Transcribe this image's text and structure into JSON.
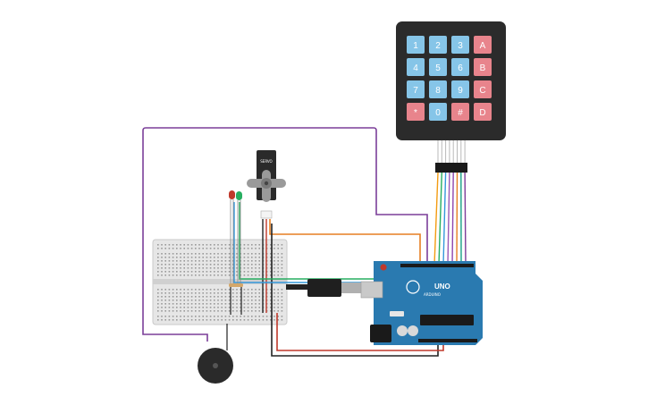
{
  "circuit": {
    "keypad": {
      "rows": [
        [
          {
            "label": "1",
            "color": "#86c5e8"
          },
          {
            "label": "2",
            "color": "#86c5e8"
          },
          {
            "label": "3",
            "color": "#86c5e8"
          },
          {
            "label": "A",
            "color": "#e8848c"
          }
        ],
        [
          {
            "label": "4",
            "color": "#86c5e8"
          },
          {
            "label": "5",
            "color": "#86c5e8"
          },
          {
            "label": "6",
            "color": "#86c5e8"
          },
          {
            "label": "B",
            "color": "#e8848c"
          }
        ],
        [
          {
            "label": "7",
            "color": "#86c5e8"
          },
          {
            "label": "8",
            "color": "#86c5e8"
          },
          {
            "label": "9",
            "color": "#86c5e8"
          },
          {
            "label": "C",
            "color": "#e8848c"
          }
        ],
        [
          {
            "label": "*",
            "color": "#e8848c"
          },
          {
            "label": "0",
            "color": "#86c5e8"
          },
          {
            "label": "#",
            "color": "#e8848c"
          },
          {
            "label": "D",
            "color": "#e8848c"
          }
        ]
      ]
    },
    "arduino": {
      "model_label": "UNO",
      "brand_label": "ARDUINO",
      "board_color": "#2a7ab0"
    },
    "servo": {
      "label": "SERVO"
    },
    "leds": [
      {
        "name": "red-led",
        "color": "#c0392b"
      },
      {
        "name": "green-led",
        "color": "#27ae60"
      }
    ],
    "wire_colors": {
      "keypad": [
        "#f39c12",
        "#27ae60",
        "#3498db",
        "#9b59b6",
        "#8e44ad",
        "#e67e22",
        "#16a085",
        "#7d3c98"
      ],
      "buzzer": "#7b3f99",
      "signal": "#e67e22",
      "ground": "#222222",
      "power": "#c0392b"
    }
  }
}
